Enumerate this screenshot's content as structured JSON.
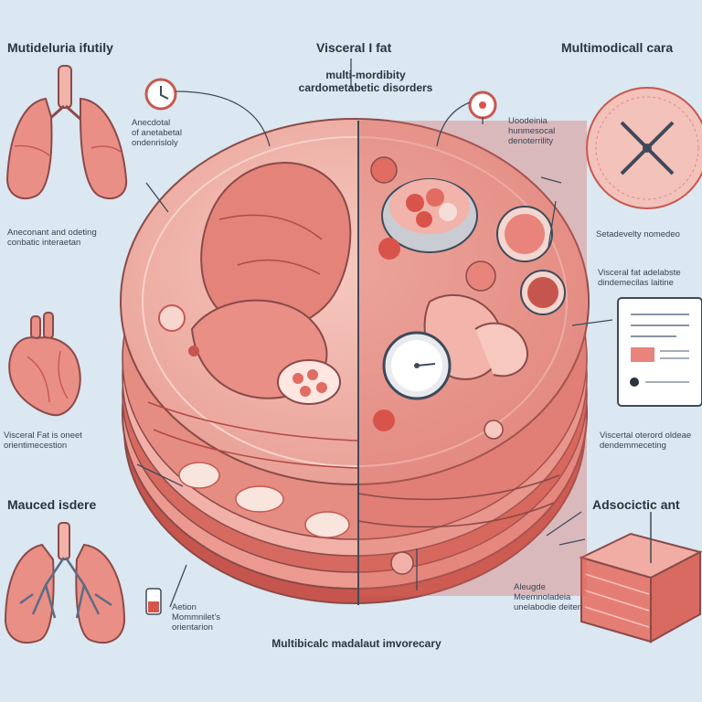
{
  "headings": {
    "top_left": "Mutideluria ifutily",
    "top_center": "Visceral I fat",
    "top_right": "Multimodicall cara",
    "center_line1": "multi-mordibity",
    "center_line2": "cardometabetic disorders",
    "mid_left": "Mauced isdere",
    "mid_right": "Adsocictic ant",
    "bottom_center": "Multibicalc madalaut imvorecary"
  },
  "notes": {
    "lungs_top_note": [
      "Anecdotal",
      "of anetabetal",
      "ondenrisloly"
    ],
    "lungs_bottom_note": [
      "Aneconant and odeting",
      "conbatic interaetan"
    ],
    "heart_note": [
      "Visceral Fat is oneet",
      "orientimecestion"
    ],
    "right_top_note": [
      "Uoodeinia",
      "hunmesocal",
      "denoterrility"
    ],
    "right_mid_note": [
      "Setadevelty nomedeo"
    ],
    "right_doc_note": [
      "Visceral fat adelabste",
      "dindemecilas laitine"
    ],
    "right_bottom_note": [
      "Viscertal oterord oldeae",
      "dendemmeceting"
    ],
    "bottom_left_note": [
      "Aetion",
      "Mommnilet's",
      "orientarion"
    ],
    "bottom_right_note": [
      "Aleugde",
      "Meemnoladeia",
      "unelabodie deiten"
    ]
  },
  "colors": {
    "background": "#dbe7f1",
    "organ": "#ea8f86",
    "organ_dark": "#c8584f",
    "tissue": "#f2b4aa",
    "outline": "#8a4a48",
    "line": "#3e4a5a",
    "bronchi": "#5b6c86"
  },
  "icons": [
    "lungs-icon",
    "heart-icon",
    "clock-icon",
    "gauge-icon",
    "clipboard-icon",
    "tissue-block-icon",
    "blood-vial-icon",
    "crosshair-icon"
  ]
}
